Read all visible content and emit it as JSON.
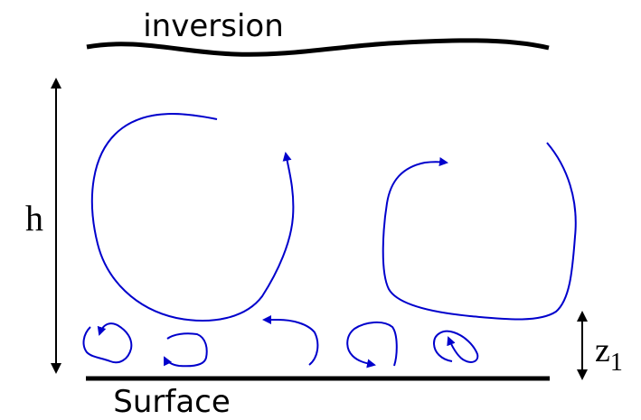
{
  "labels": {
    "inversion": "inversion",
    "surface": "Surface",
    "h": "h",
    "z_main": "z",
    "z_sub": "1"
  },
  "colors": {
    "eddy": "#0000cc",
    "line": "#000000",
    "background": "#ffffff"
  }
}
